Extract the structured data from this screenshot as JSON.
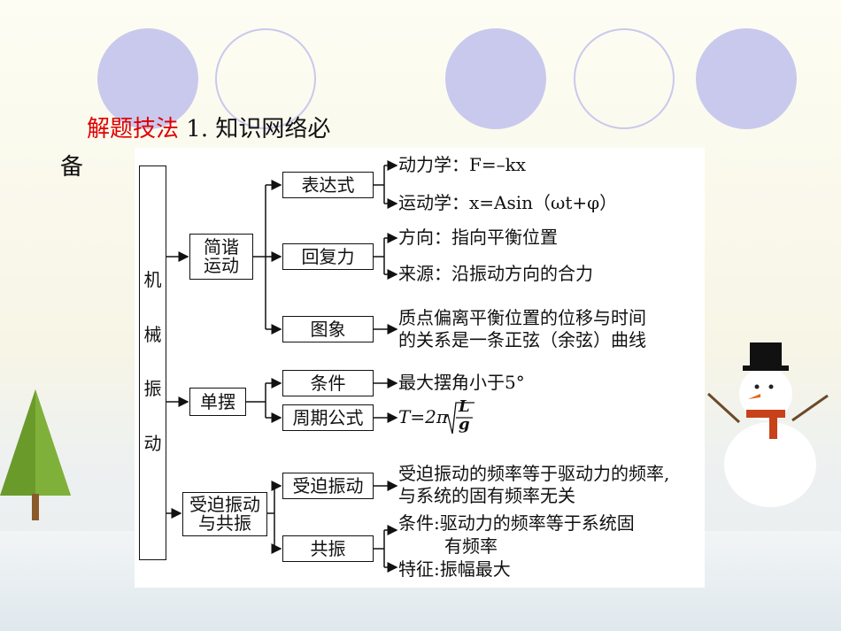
{
  "heading": {
    "part1": "解题技法",
    "part2": "1. 知识网络必",
    "part3": "备"
  },
  "colors": {
    "accent": "#e00000",
    "circles": "#c9c9ee",
    "tree": "#6a9a2a",
    "scarf": "#c8411b"
  },
  "diagram": {
    "root": [
      "机",
      "械",
      "振",
      "动"
    ],
    "branches": [
      {
        "label": [
          "简谐",
          "运动"
        ],
        "children": [
          {
            "label": "表达式",
            "leaves": [
              "动力学：F=–kx",
              "运动学：x=Asin（ωt+φ）"
            ]
          },
          {
            "label": "回复力",
            "leaves": [
              "方向：指向平衡位置",
              "来源：沿振动方向的合力"
            ]
          },
          {
            "label": "图象",
            "leaves": [
              "质点偏离平衡位置的位移与时间",
              "的关系是一条正弦（余弦）曲线"
            ]
          }
        ]
      },
      {
        "label": [
          "单摆"
        ],
        "children": [
          {
            "label": "条件",
            "leaves": [
              "最大摆角小于5°"
            ]
          },
          {
            "label": "周期公式",
            "leaves": [
              "T=2π",
              "L",
              "g"
            ]
          }
        ]
      },
      {
        "label": [
          "受迫振动",
          "与共振"
        ],
        "children": [
          {
            "label": "受迫振动",
            "leaves": [
              "受迫振动的频率等于驱动力的频率,",
              "与系统的固有频率无关"
            ]
          },
          {
            "label": "共振",
            "leaves": [
              "条件:驱动力的频率等于系统固",
              "有频率",
              "特征:振幅最大"
            ]
          }
        ]
      }
    ]
  }
}
